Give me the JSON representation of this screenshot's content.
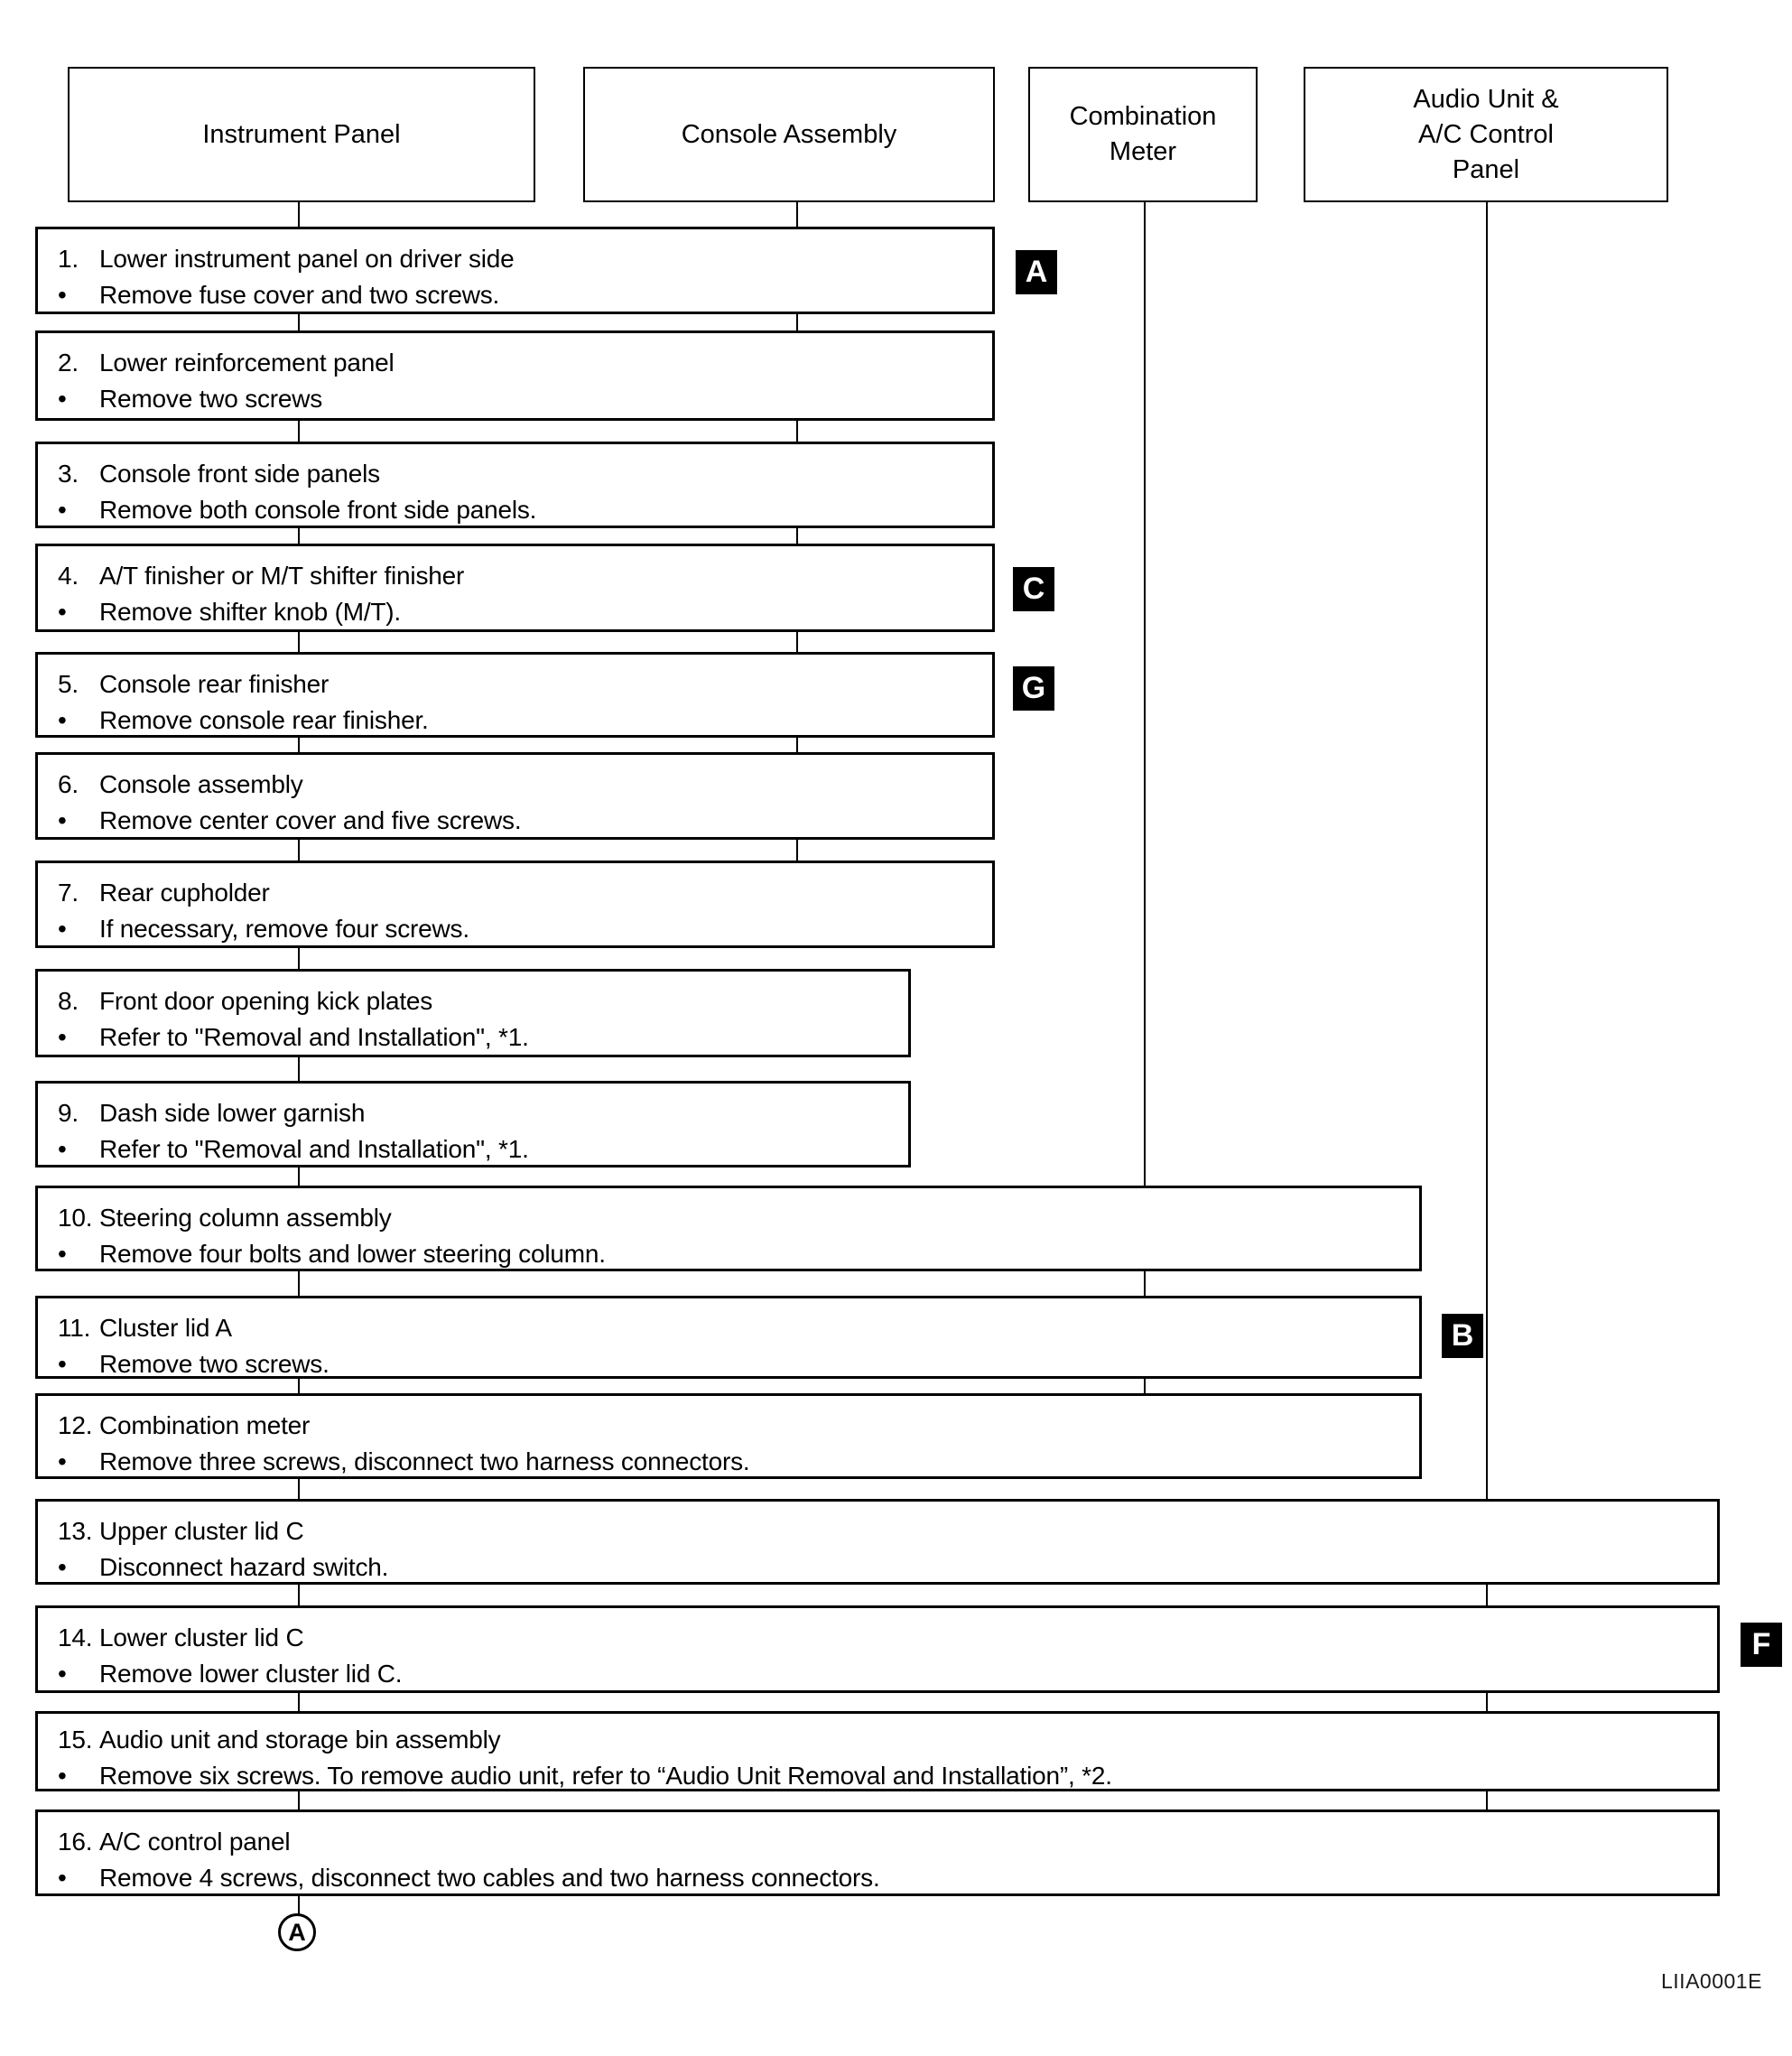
{
  "diagram": {
    "headers": [
      {
        "label": "Instrument Panel"
      },
      {
        "label": "Console Assembly"
      },
      {
        "label": "Combination\nMeter"
      },
      {
        "label": "Audio Unit &\nA/C Control\nPanel"
      }
    ],
    "bullet_char": "•",
    "steps": [
      {
        "num": "1.",
        "title": "Lower instrument panel on driver side",
        "bullet": "Remove fuse cover and two screws."
      },
      {
        "num": "2.",
        "title": "Lower reinforcement panel",
        "bullet": "Remove two screws"
      },
      {
        "num": "3.",
        "title": "Console front side panels",
        "bullet": "Remove both console front side panels."
      },
      {
        "num": "4.",
        "title": "A/T finisher or M/T shifter finisher",
        "bullet": "Remove shifter knob (M/T)."
      },
      {
        "num": "5.",
        "title": "Console rear finisher",
        "bullet": "Remove console rear finisher."
      },
      {
        "num": "6.",
        "title": "Console assembly",
        "bullet": "Remove center cover and five screws."
      },
      {
        "num": "7.",
        "title": "Rear cupholder",
        "bullet": "If necessary, remove four screws."
      },
      {
        "num": "8.",
        "title": "Front door opening kick plates",
        "bullet": "Refer to \"Removal and Installation\", *1."
      },
      {
        "num": "9.",
        "title": "Dash side lower garnish",
        "bullet": "Refer to \"Removal and Installation\", *1."
      },
      {
        "num": "10.",
        "title": "Steering column assembly",
        "bullet": "Remove four bolts and lower steering column."
      },
      {
        "num": "11.",
        "title": "Cluster lid A",
        "bullet": "Remove two screws."
      },
      {
        "num": "12.",
        "title": "Combination meter",
        "bullet": "Remove three screws, disconnect two harness connectors."
      },
      {
        "num": "13.",
        "title": "Upper cluster lid C",
        "bullet": "Disconnect hazard switch."
      },
      {
        "num": "14.",
        "title": "Lower cluster lid C",
        "bullet": "Remove lower cluster lid C."
      },
      {
        "num": "15.",
        "title": "Audio unit and storage bin assembly",
        "bullet": "Remove six screws. To remove audio unit, refer to “Audio Unit Removal and Installation”, *2."
      },
      {
        "num": "16.",
        "title": "A/C control panel",
        "bullet": "Remove 4 screws, disconnect two cables and two harness connectors."
      }
    ],
    "labels": [
      {
        "letter": "A"
      },
      {
        "letter": "C"
      },
      {
        "letter": "G"
      },
      {
        "letter": "B"
      },
      {
        "letter": "F"
      }
    ],
    "end_connector": {
      "letter": "A"
    },
    "figure_code": "LIIA0001E"
  }
}
